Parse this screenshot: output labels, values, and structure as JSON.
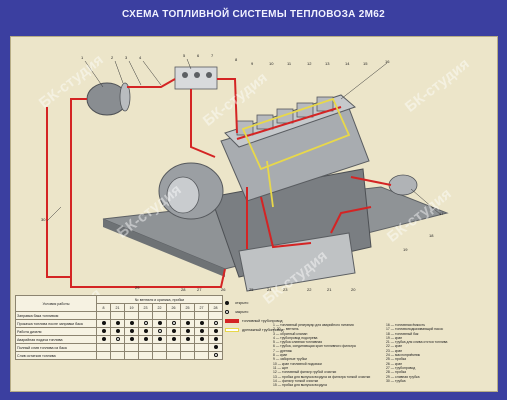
{
  "poster": {
    "title": "СХЕМА ТОПЛИВНОЙ СИСТЕМЫ ТЕПЛОВОЗА 2М62",
    "watermark": "БК-студия",
    "colors": {
      "background": "#3b3fa0",
      "panel": "#ece5c9",
      "fuel_line": "#d42424",
      "drain_line": "#e8d84a"
    }
  },
  "callouts": [
    "1",
    "2",
    "3",
    "4",
    "5",
    "6",
    "7",
    "8",
    "9",
    "10",
    "11",
    "12",
    "13",
    "14",
    "15",
    "16",
    "17",
    "18",
    "19",
    "20",
    "21",
    "22",
    "23",
    "24",
    "25",
    "26",
    "27",
    "28",
    "29",
    "30"
  ],
  "legend": {
    "header_mode": "Условия работы",
    "header_open": "№ вентиля и краника, пробки",
    "valve_numbers": [
      "8",
      "21",
      "19",
      "23",
      "22",
      "26",
      "25",
      "27",
      "28"
    ],
    "rows": [
      {
        "name": "Заправка бака топливом",
        "marks": [
          "",
          "",
          "",
          "",
          "",
          "",
          "",
          "",
          ""
        ]
      },
      {
        "name": "Прокачка топлива после заправки бака",
        "marks": [
          "f",
          "f",
          "f",
          "e",
          "f",
          "e",
          "f",
          "f",
          "e"
        ]
      },
      {
        "name": "Работа дизеля",
        "marks": [
          "f",
          "f",
          "f",
          "f",
          "e",
          "f",
          "f",
          "f",
          "f"
        ]
      },
      {
        "name": "Аварийная подача топлива",
        "marks": [
          "f",
          "e",
          "f",
          "f",
          "f",
          "f",
          "f",
          "f",
          "f"
        ]
      },
      {
        "name": "Полный слив топлива из бака",
        "marks": [
          "",
          "",
          "",
          "",
          "",
          "",
          "",
          "",
          "f"
        ]
      },
      {
        "name": "Слив остатков топлива",
        "marks": [
          "",
          "",
          "",
          "",
          "",
          "",
          "",
          "",
          "e"
        ]
      }
    ]
  },
  "symbols": {
    "open": "открыто",
    "closed": "закрыто",
    "fuel_line": "топливный трубопровод",
    "drain_line": "дренажный трубопровод"
  },
  "parts": {
    "col1": [
      "1 — топливный резервуар для аварийного питания",
      "2, 20 — вентиль",
      "3 — обратный клапан",
      "4 — трубопровод подогрева",
      "5 — трубка сливная топливная",
      "6 — трубка, соединяющая кран топливного фильтра",
      "7 — дренаж",
      "8 — кран",
      "9 — заборные трубки",
      "10 — кран топливной подкачки",
      "11 — щит",
      "12 — топливный фильтр грубой очистки",
      "13 — пробка для выпуска воздуха из фильтра тонкой очистки",
      "14 — фильтр тонкой очистки",
      "15 — пробка для выпуска воздуха"
    ],
    "col2": [
      "16 — топливная ёмкость",
      "17 — топливоподкачивающий насос",
      "18 — топливный бак",
      "19 — кран",
      "21 — трубка для слива отстоя топлива",
      "22 — кран",
      "23 — кран",
      "24 — маслоприёмник",
      "25 — пробка",
      "26 — кран",
      "27 — трубопровод",
      "28 — пробка",
      "29 — сливная трубка",
      "30 — трубка"
    ]
  }
}
